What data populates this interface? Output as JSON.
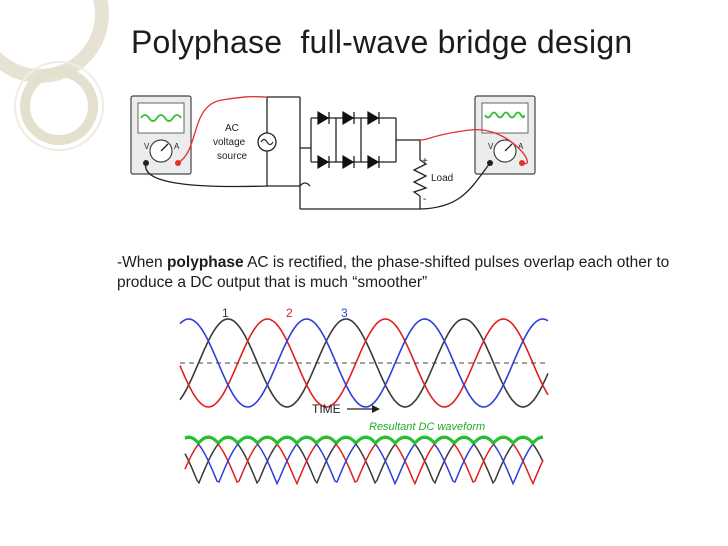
{
  "slide": {
    "title": "Polyphase  full-wave bridge design",
    "bullet": {
      "prefix": "-When ",
      "bold": "polyphase",
      "rest": " AC is rectified, the phase-shifted pulses overlap each other to produce a DC output that is much “smoother”"
    }
  },
  "circuit": {
    "source_label_lines": [
      "AC",
      "voltage",
      "source"
    ],
    "load_label": "Load",
    "plus_sign": "+",
    "minus_sign": "-"
  },
  "waveforms": {
    "phase_labels": [
      "1",
      "2",
      "3"
    ],
    "time_label": "TIME",
    "result_label": "Resultant DC waveform",
    "colors": {
      "phase1": "#3a3a3a",
      "phase2": "#e02020",
      "phase3": "#2c3fd6",
      "resultant": "#21c42a",
      "annotation": "#1fae22",
      "probe_lead": "#e03030",
      "scope_trace": "#2fc02f"
    }
  }
}
